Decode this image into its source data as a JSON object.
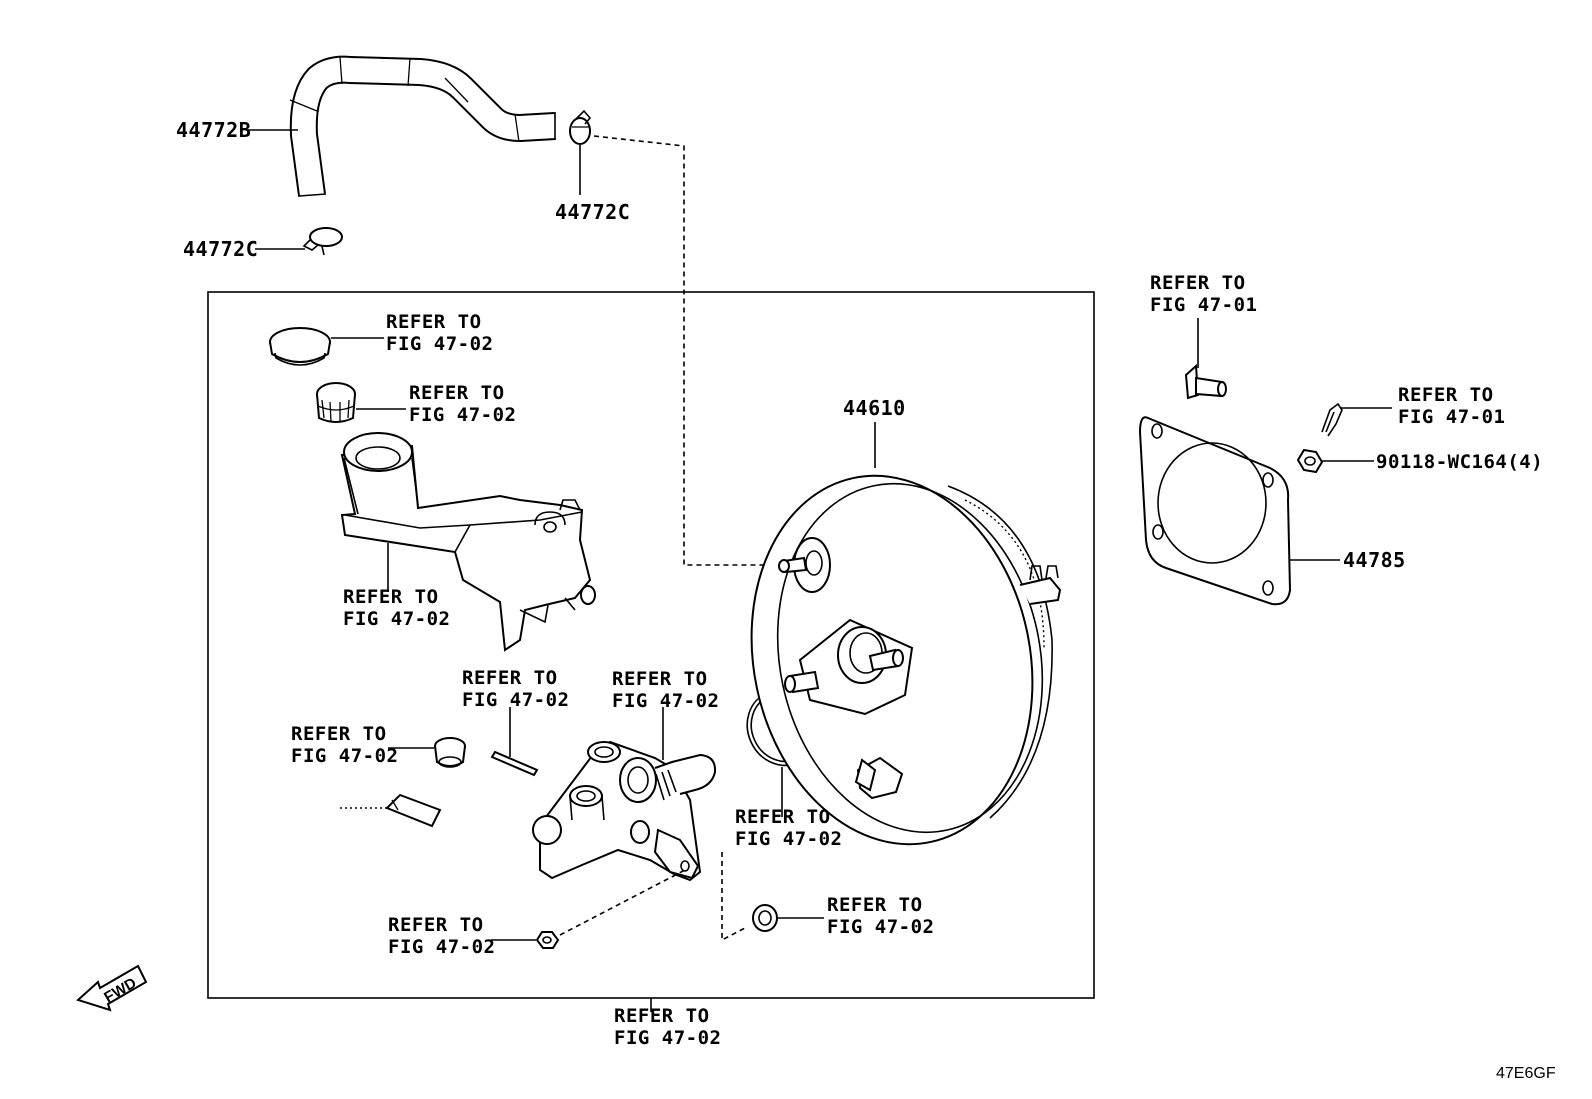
{
  "parts": {
    "hose": "44772B",
    "clip_right": "44772C",
    "clip_left": "44772C",
    "booster": "44610",
    "gasket": "44785",
    "nut": "90118-WC164(4)"
  },
  "refs": {
    "cap": [
      "REFER TO",
      "FIG 47-02"
    ],
    "strainer": [
      "REFER TO",
      "FIG 47-02"
    ],
    "reservoir": [
      "REFER TO",
      "FIG 47-02"
    ],
    "pin": [
      "REFER TO",
      "FIG 47-02"
    ],
    "cylinder": [
      "REFER TO",
      "FIG 47-02"
    ],
    "grommet": [
      "REFER TO",
      "FIG 47-02"
    ],
    "oring": [
      "REFER TO",
      "FIG 47-02"
    ],
    "seal": [
      "REFER TO",
      "FIG 47-02"
    ],
    "nut_small": [
      "REFER TO",
      "FIG 47-02"
    ],
    "assembly": [
      "REFER TO",
      "FIG 47-02"
    ],
    "bolt": [
      "REFER TO",
      "FIG 47-01"
    ],
    "clip_pin": [
      "REFER TO",
      "FIG 47-01"
    ]
  },
  "fwd_label": "FWD",
  "figure_code": "47E6GF"
}
